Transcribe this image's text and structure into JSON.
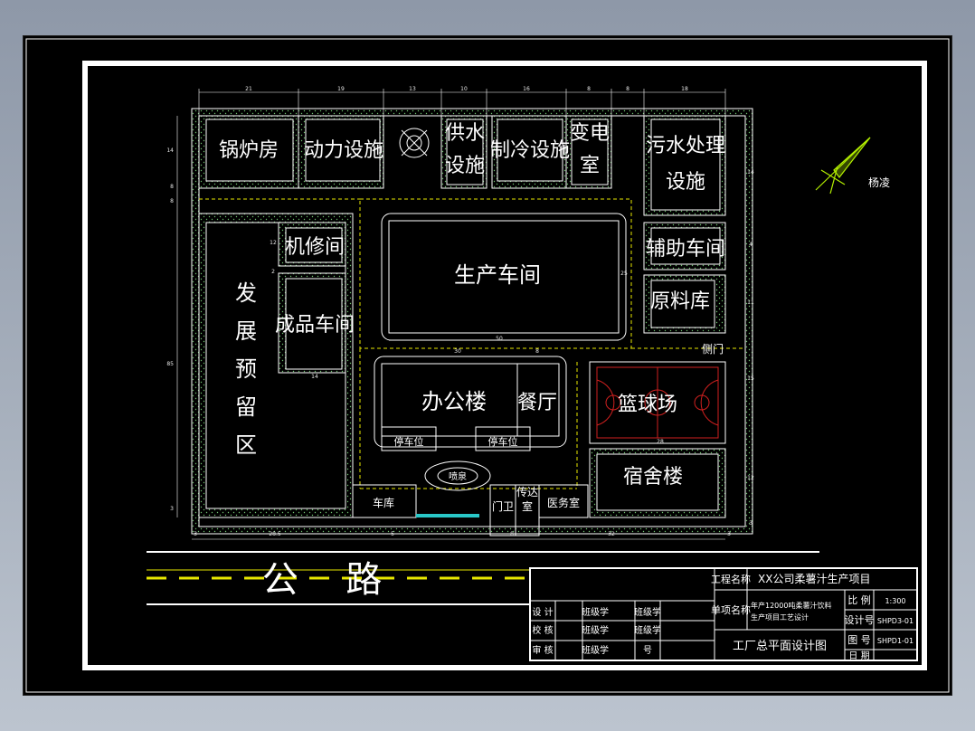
{
  "colors": {
    "background_gradient_top": "#8e98a8",
    "background_gradient_bottom": "#bcc4cf",
    "sheet": "#000000",
    "line": "#ffffff",
    "dashed_road": "#e8e800",
    "court": "#d0201f",
    "green_marker": "#b4f000",
    "water": "#29c7c7"
  },
  "buildings": {
    "boiler_room": "锅炉房",
    "power_facility": "动力设施",
    "water_supply": [
      "供水",
      "设施"
    ],
    "refrigeration": "制冷设施",
    "substation": [
      "变电",
      "室"
    ],
    "sewage": [
      "污水处理",
      "设施"
    ],
    "repair_shop": "机修间",
    "production_workshop": "生产车间",
    "auxiliary_workshop": "辅助车间",
    "raw_material_store": "原料库",
    "finished_goods": "成品车间",
    "reserve_area": [
      "发",
      "展",
      "预",
      "留",
      "区"
    ],
    "side_gate": "侧门",
    "office_building": "办公楼",
    "canteen": "餐厅",
    "basketball_court": "篮球场",
    "parking_1": "停车位",
    "parking_2": "停车位",
    "fountain": "喷泉",
    "dormitory": "宿舍楼",
    "garage": "车库",
    "guard": "门卫",
    "reception": [
      "传达",
      "室"
    ],
    "clinic": "医务室",
    "road": "公 路"
  },
  "compass": {
    "label": "杨凌",
    "icon": "north-arrow-icon"
  },
  "dimensions": {
    "top": [
      "21",
      "19",
      "13",
      "10",
      "16",
      "8",
      "8",
      "18"
    ],
    "left": [
      "14",
      "8",
      "8",
      "85",
      "3"
    ],
    "bottom": [
      "3",
      "28.5",
      "5",
      "8",
      "32",
      "3"
    ],
    "inner": [
      "30",
      "50",
      "8",
      "14",
      "12",
      "25",
      "14",
      "4",
      "2",
      "11",
      "15",
      "28",
      "12",
      "3"
    ]
  },
  "title_block": {
    "project_name_label": "工程名称",
    "project_name": "XX公司柔薯汁生产项目",
    "item_name_label": "单项名称",
    "item_name_line1": "年产12000吨柔薯汁饮料",
    "item_name_line2": "生产项目工艺设计",
    "scale_label": "比 例",
    "scale": "1:300",
    "design_no_label": "设计号",
    "design_no": "SHPD3-01",
    "drawing_no_label": "图 号",
    "drawing_no": "SHPD1-01",
    "date_label": "日 期",
    "drawing_title": "工厂总平面设计图",
    "rows": [
      {
        "role": "设 计",
        "name": "班级学",
        "id": "班级学"
      },
      {
        "role": "校 核",
        "name": "班级学",
        "id": "班级学"
      },
      {
        "role": "审 核",
        "name": "班级学",
        "id": "号"
      }
    ]
  }
}
